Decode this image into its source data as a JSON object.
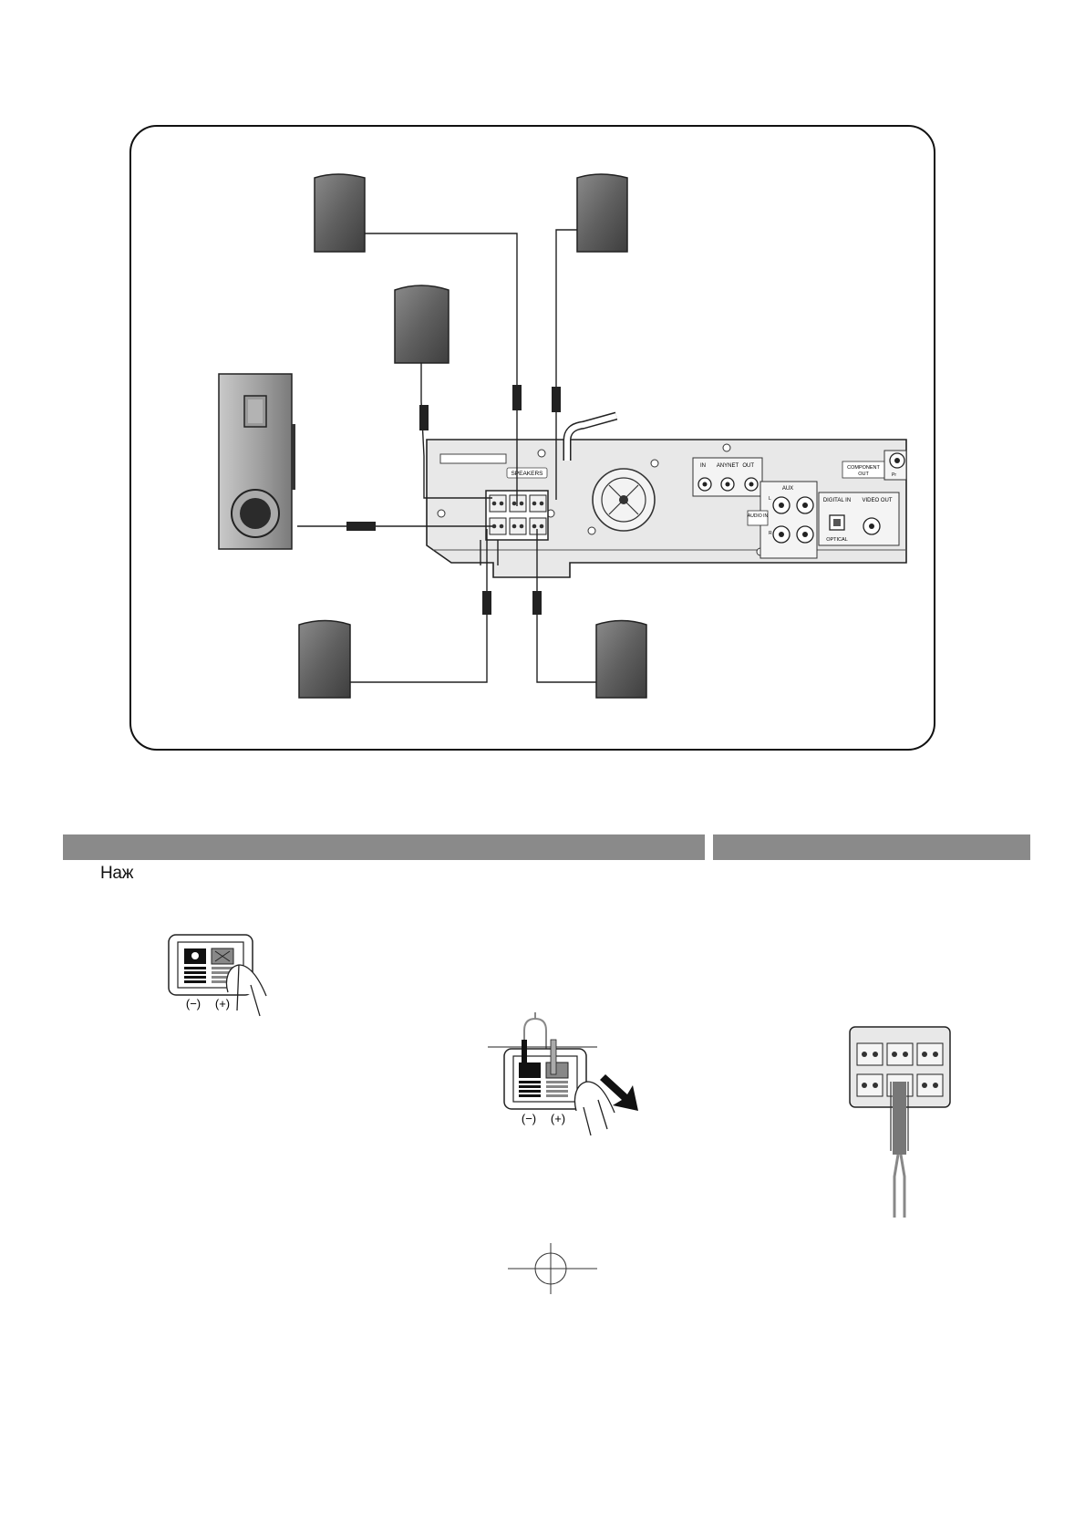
{
  "main_diagram": {
    "panel_labels": {
      "speakers": "SPEAKERS",
      "anynet": "ANYNET",
      "in": "IN",
      "out": "OUT",
      "aux": "AUX",
      "aux_l": "L",
      "aux_r": "R",
      "audio_in": "AUDIO IN",
      "component_out_1": "COMPONENT",
      "component_out_2": "OUT",
      "pr": "Pr",
      "digital_in": "DIGITAL IN",
      "video_out": "VIDEO OUT",
      "optical": "OPTICAL"
    }
  },
  "instructions": {
    "step_text": "Наж",
    "polarity_negative": "(−)",
    "polarity_positive": "(+)"
  },
  "colors": {
    "section_bar": "#8a8a8a",
    "speaker_fill": "#5f5f5f",
    "panel_fill": "#e6e6e6"
  }
}
